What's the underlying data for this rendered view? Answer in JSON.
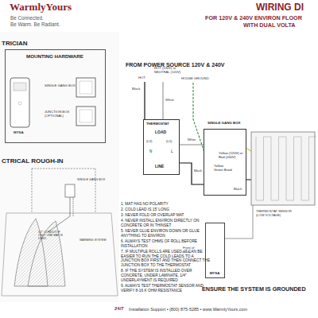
{
  "diagram": {
    "title": "WIRING DI",
    "nodes": [
      {
        "text": [
          "MOUNTING HARDWARE"
        ]
      },
      {
        "text": [
          "THERMOSTAT",
          "LOAD",
          "(L2)",
          "(L1)",
          "N",
          "L",
          "LINE"
        ]
      },
      {
        "text": [
          "SINGLE GANG BOX",
          "Yellow (120V) or Red (240V)",
          "Yellow Green Braid"
        ]
      },
      {
        "text": [
          "MYSA"
        ]
      }
    ],
    "edges": [
      {
        "from": 1,
        "to": 2,
        "arrow": "none",
        "label": "White"
      },
      {
        "from": 1,
        "to": 2,
        "arrow": "none",
        "label": "Black"
      }
    ],
    "labels": [
      "WarmlyYours",
      "Be Connected.",
      "Be Warm. Be Radiant.",
      "FOR 120V & 240V ENVIRON FLOOR",
      "WITH DUAL VOLTA",
      "TRICIAN",
      "SINGLE GANG BOX",
      "JUNCTION BOX (OPTIONAL)",
      "MYSA",
      "CTRICAL ROUGH-IN",
      "SINGLE GANG BOX",
      "1/2\" CONDUIT IF ONLY ONE MAT IS USED",
      "WARMING SYSTEM",
      "1. MAT HAS NO POLARITY",
      "2. COLD LEAD IS 15' LONG",
      "3. NEVER FOLD OR OVERLAP MAT",
      "4. NEVER INSTALL ENVIRON DIRECTLY ON CONCRETE OR IN THINSET",
      "5. NEVER GLUE ENVIRON DOWN OR GLUE ANYTHING TO ENVIRON",
      "6. ALWAYS TEST OHMS OF ROLL BEFORE INSTALLATION",
      "7. IF MULTIPLE ROLLS ARE USED, IT CAN BE EASIER TO RUN THE COLD LEADS TO A JUNCTION BOX FIRST AND THEN CONNECT THE JUNCTION BOX TO THE THERMOSTAT",
      "8. IF THE SYSTEM IS INSTALLED OVER CONCRETE, UNDER LAMINATE, 1/4\" UNDERLAYMENT IS REQUIRED",
      "9. ALWAYS TEST THERMOSTAT SENSOR AND VERIFY 8-16 K OHM RESISTANCE",
      "FROM POWER SOURCE 120V & 240V",
      "HOT",
      "HOT (240V) or NEUTRAL (120V)",
      "HOUSE GROUND",
      "Black",
      "White",
      "Black",
      "Front of base",
      "THERMOSTAT SENSOR (LOW VOLTAGE)",
      "ENSURE THE SYSTEM IS GROUNDED",
      "24/7",
      "Installation Support • (800) 875-5285 • www.WarmlyYours.com"
    ]
  }
}
